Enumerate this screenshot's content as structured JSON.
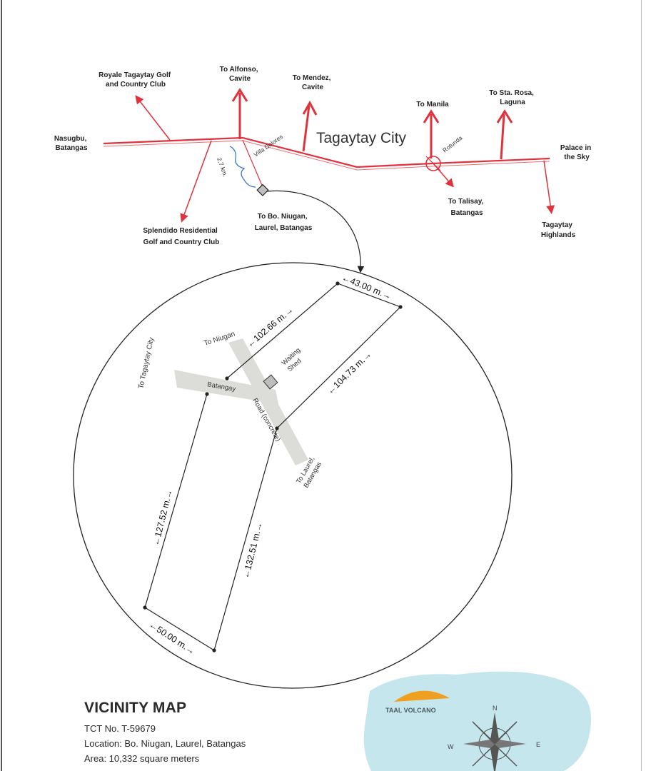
{
  "map": {
    "city_label": "Tagaytay City",
    "top_labels": {
      "royale": [
        "Royale Tagaytay Golf",
        "and Country Club"
      ],
      "alfonso": [
        "To Alfonso,",
        "Cavite"
      ],
      "mendez": [
        "To Mendez,",
        "Cavite"
      ],
      "manila": [
        "To Manila"
      ],
      "sta_rosa": [
        "To Sta. Rosa,",
        "Laguna"
      ],
      "nasugbu": [
        "Nasugbu,",
        "Batangas"
      ],
      "palace": [
        "Palace in",
        "the Sky"
      ],
      "splendido": [
        "Splendido Residential",
        "Golf and Country Club"
      ],
      "niugan": [
        "To Bo. Niugan,",
        "Laurel, Batangas"
      ],
      "talisay": [
        "To Talisay,",
        "Batangas"
      ],
      "highlands": [
        "Tagaytay",
        "Highlands"
      ]
    },
    "small_labels": {
      "rotunda": "Rotunda",
      "villa": "Villa Dolores",
      "distance": "2.7 km."
    },
    "inset_labels": {
      "to_niugan": "To Niugan",
      "to_tagaytay": "To Tagaytay City",
      "waiting_shed": [
        "Waiting",
        "Shed"
      ],
      "road_batangay": "Batangay",
      "road_concrete": "Road (concrete)",
      "to_laurel": [
        "To Laurel,",
        "Batangas"
      ]
    },
    "measurements": {
      "m1": "43.00 m.",
      "m2": "102.66 m.",
      "m3": "104.73 m.",
      "m4": "127.52 m.",
      "m5": "132.51 m.",
      "m6": "50.00 m."
    },
    "logo_text": "TAAL VOLCANO",
    "compass": {
      "north": "N",
      "west": "W",
      "east": "E"
    }
  },
  "info": {
    "title": "VICINITY MAP",
    "tct": "TCT No. T-59679",
    "location": "Location: Bo. Niugan, Laurel, Batangas",
    "area": "Area: 10,332 square meters"
  },
  "colors": {
    "road": "#e0323c",
    "lines": "#1a1a1a",
    "logo_blue": "#c5e6ec",
    "logo_orange": "#f0a020"
  }
}
